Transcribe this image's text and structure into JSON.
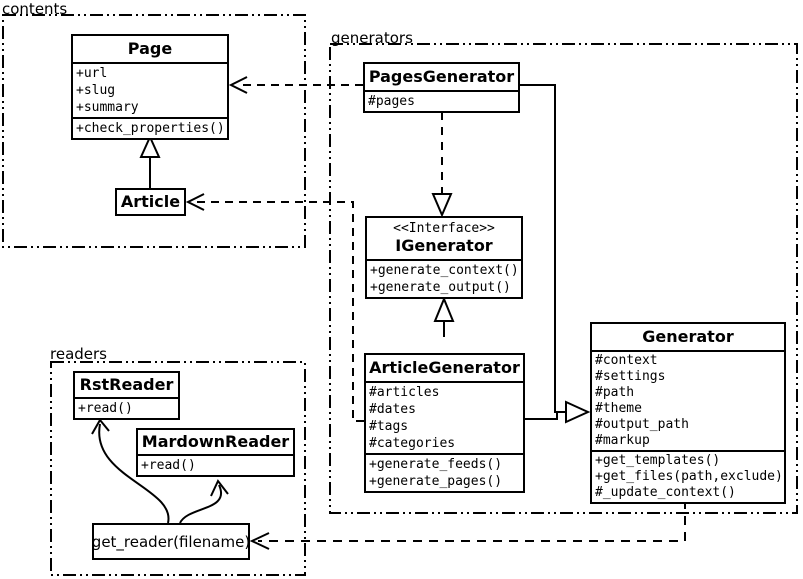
{
  "packages": {
    "contents": {
      "label": "contents"
    },
    "generators": {
      "label": "generators"
    },
    "readers": {
      "label": "readers"
    }
  },
  "classes": {
    "page": {
      "name": "Page",
      "attributes": [
        "+url",
        "+slug",
        "+summary"
      ],
      "methods": [
        "+check_properties()"
      ]
    },
    "article": {
      "name": "Article"
    },
    "pages_generator": {
      "name": "PagesGenerator",
      "attributes": [
        "#pages"
      ]
    },
    "igenerator": {
      "stereotype": "<<Interface>>",
      "name": "IGenerator",
      "methods": [
        "+generate_context()",
        "+generate_output()"
      ]
    },
    "article_generator": {
      "name": "ArticleGenerator",
      "attributes": [
        "#articles",
        "#dates",
        "#tags",
        "#categories"
      ],
      "methods": [
        "+generate_feeds()",
        "+generate_pages()"
      ]
    },
    "generator": {
      "name": "Generator",
      "attributes": [
        "#context",
        "#settings",
        "#path",
        "#theme",
        "#output_path",
        "#markup"
      ],
      "methods": [
        "+get_templates()",
        "+get_files(path,exclude)",
        "#_update_context()"
      ]
    },
    "rst_reader": {
      "name": "RstReader",
      "methods": [
        "+read()"
      ]
    },
    "mardown_reader": {
      "name": "MardownReader",
      "methods": [
        "+read()"
      ]
    },
    "get_reader": {
      "label": "get_reader(filename)"
    }
  },
  "relationships": [
    {
      "from": "Article",
      "to": "Page",
      "type": "generalization",
      "style": "solid-hollow-triangle"
    },
    {
      "from": "PagesGenerator",
      "to": "Page",
      "type": "dependency",
      "style": "dashed-open-arrow"
    },
    {
      "from": "ArticleGenerator",
      "to": "Article",
      "type": "dependency",
      "style": "dashed-open-arrow"
    },
    {
      "from": "PagesGenerator",
      "to": "IGenerator",
      "type": "realization",
      "style": "dashed-hollow-triangle"
    },
    {
      "from": "ArticleGenerator",
      "to": "IGenerator",
      "type": "generalization",
      "style": "solid-hollow-triangle"
    },
    {
      "from": "PagesGenerator",
      "to": "Generator",
      "type": "generalization",
      "style": "solid-hollow-triangle"
    },
    {
      "from": "ArticleGenerator",
      "to": "Generator",
      "type": "generalization",
      "style": "solid-hollow-triangle"
    },
    {
      "from": "Generator",
      "to": "get_reader(filename)",
      "type": "dependency",
      "style": "dashed-open-arrow"
    },
    {
      "from": "get_reader(filename)",
      "to": "RstReader",
      "type": "association",
      "style": "curved-open-arrow"
    },
    {
      "from": "get_reader(filename)",
      "to": "MardownReader",
      "type": "association",
      "style": "curved-open-arrow"
    }
  ],
  "colors": {
    "line": "#000000",
    "background": "#ffffff"
  }
}
